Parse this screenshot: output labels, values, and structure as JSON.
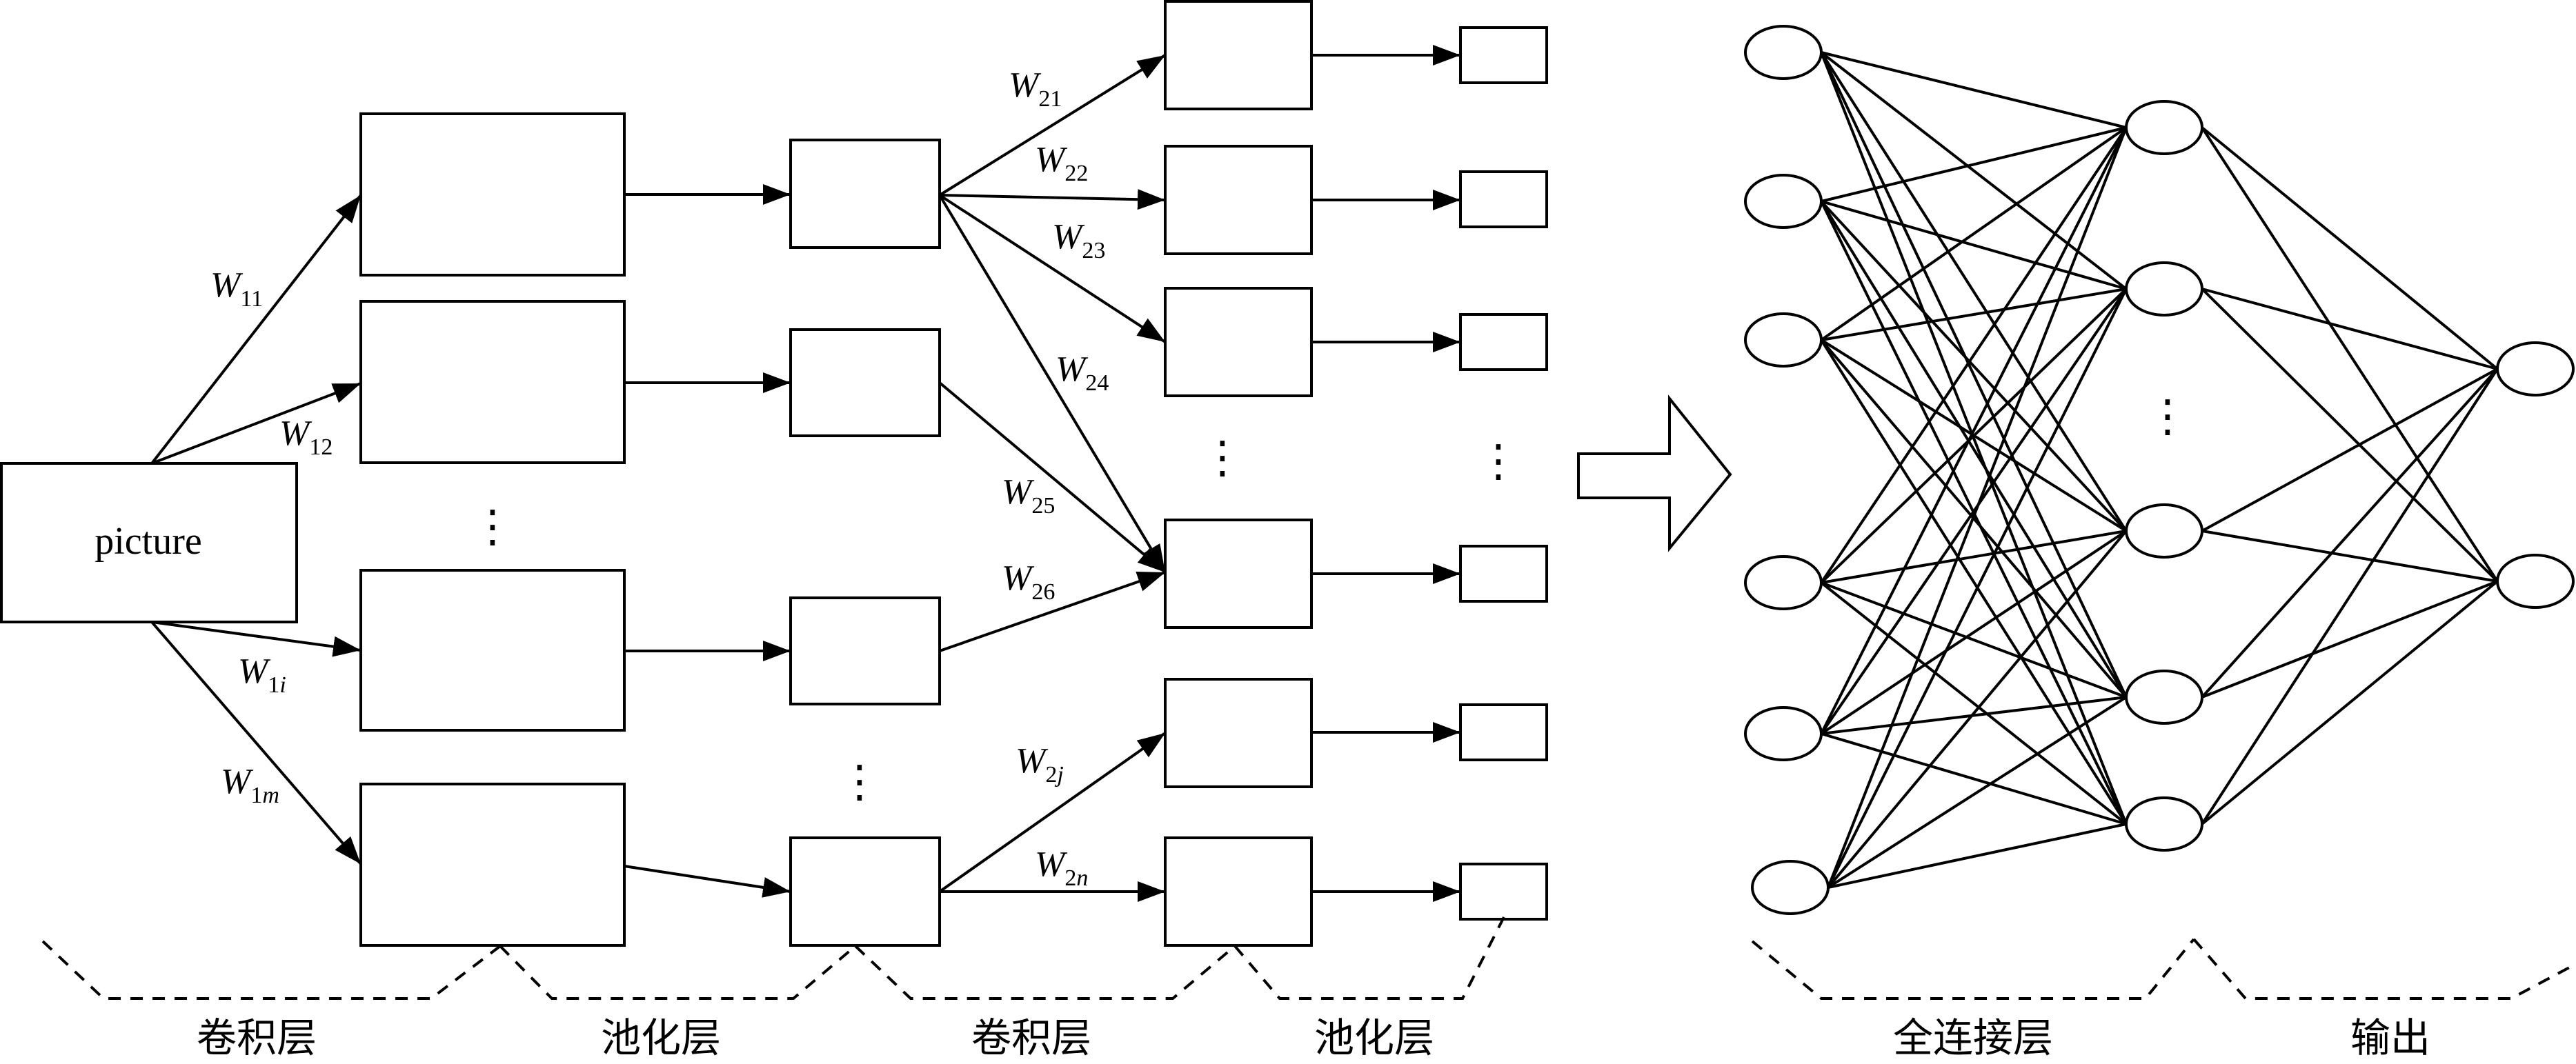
{
  "input": {
    "label": "picture"
  },
  "weights": {
    "w11": {
      "main": "W",
      "sub": "11"
    },
    "w12": {
      "main": "W",
      "sub": "12"
    },
    "w1i": {
      "main": "W",
      "sub": "1",
      "subi": "i"
    },
    "w1m": {
      "main": "W",
      "sub": "1",
      "subi": "m"
    },
    "w21": {
      "main": "W",
      "sub": "21"
    },
    "w22": {
      "main": "W",
      "sub": "22"
    },
    "w23": {
      "main": "W",
      "sub": "23"
    },
    "w24": {
      "main": "W",
      "sub": "24"
    },
    "w25": {
      "main": "W",
      "sub": "25"
    },
    "w26": {
      "main": "W",
      "sub": "26"
    },
    "w2j": {
      "main": "W",
      "sub": "2",
      "subi": "j"
    },
    "w2n": {
      "main": "W",
      "sub": "2",
      "subi": "n"
    }
  },
  "ellipsis": "⋮",
  "sections": {
    "conv1": "卷积层",
    "pool1": "池化层",
    "conv2": "卷积层",
    "pool2": "池化层",
    "fc": "全连接层",
    "output": "输出"
  }
}
